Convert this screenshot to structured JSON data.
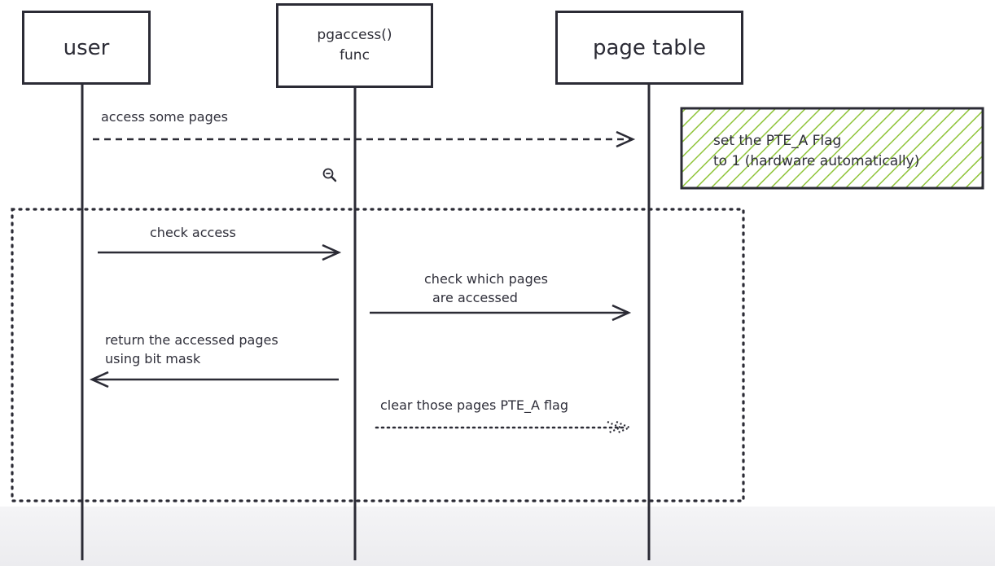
{
  "actors": {
    "user": "user",
    "func_line1": "pgaccess()",
    "func_line2": "func",
    "page_table": "page table"
  },
  "messages": {
    "access_pages": "access some pages",
    "check_access": "check access",
    "check_which_line1": "check which pages",
    "check_which_line2": "are accessed",
    "return_line1": "return the accessed pages",
    "return_line2": "using bit mask",
    "clear_flag": "clear those pages PTE_A flag"
  },
  "note": {
    "line1": "set the PTE_A Flag",
    "line2": "to 1 (hardware automatically)",
    "fill_color": "#8fc43a"
  },
  "icons": [
    "zoom-out-icon"
  ],
  "colors": {
    "ink": "#2b2b35",
    "background": "#ffffff"
  }
}
